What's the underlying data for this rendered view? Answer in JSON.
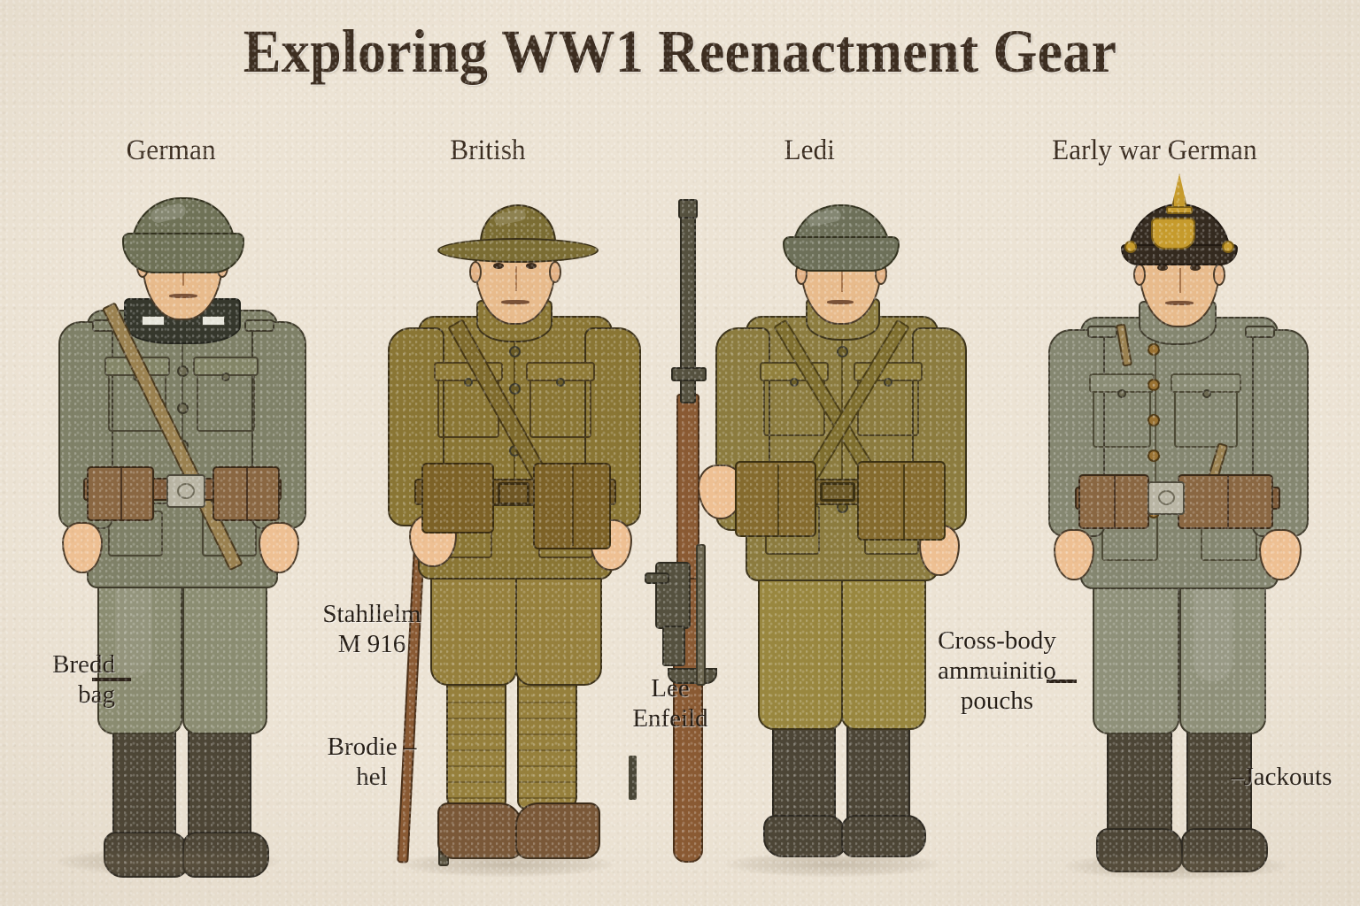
{
  "page": {
    "title": "Exploring WW1 Reenactment Gear",
    "background_color": "#ece3d4",
    "title_color": "#3c2d20"
  },
  "columns": [
    {
      "id": "german",
      "label": "German"
    },
    {
      "id": "british",
      "label": "British"
    },
    {
      "id": "ledi",
      "label": "Ledi"
    },
    {
      "id": "early-war-german",
      "label": "Early war German"
    }
  ],
  "annotations": [
    {
      "id": "bread-bag",
      "text": "Bredd\nbag"
    },
    {
      "id": "stahlhelm",
      "text": "Stahllelm\nM 916"
    },
    {
      "id": "brodie-helmet",
      "text": "Brodie –\nhel"
    },
    {
      "id": "lee-enfield",
      "text": "Lee\nEnfeild"
    },
    {
      "id": "ammo-pouches",
      "text": "Cross-body\nammuinitio\npouchs"
    },
    {
      "id": "jackboots",
      "text": "–Jackouts"
    }
  ],
  "figures": [
    {
      "id": "figure-german",
      "label": "German",
      "helmet": "stahlhelm",
      "uniform_color": "#7f8168",
      "boots": "jackboots",
      "equipment": [
        "leather-belt",
        "ammunition-pouches",
        "bread-bag-strap"
      ]
    },
    {
      "id": "figure-british",
      "label": "British",
      "helmet": "brodie-helmet",
      "uniform_color": "#8a7634",
      "boots": "ankle-boots-with-puttees",
      "equipment": [
        "leather-belt",
        "ammunition-pouches",
        "shoulder-strap",
        "walking-staff"
      ]
    },
    {
      "id": "figure-ledi",
      "label": "Ledi",
      "helmet": "steel-helmet",
      "uniform_color": "#8c7c3f",
      "boots": "jackboots",
      "equipment": [
        "crossed-straps",
        "ammunition-pouches",
        "lee-enfield-rifle"
      ]
    },
    {
      "id": "figure-early-war-german",
      "label": "Early war German",
      "helmet": "pickelhaube",
      "uniform_color": "#858771",
      "boots": "jackboots",
      "equipment": [
        "leather-belt",
        "ammunition-pouches",
        "belt-buckle"
      ]
    }
  ]
}
